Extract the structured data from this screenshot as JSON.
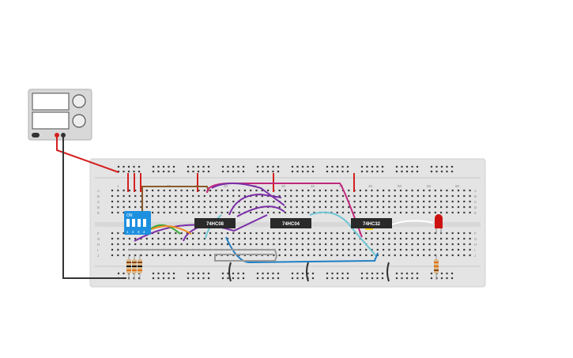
{
  "power_supply": {
    "display_top": "",
    "display_bottom": "",
    "knob_top_label": "",
    "knob_bottom_label": "",
    "switch_label": "",
    "corner_label": ""
  },
  "breadboard": {
    "column_numbers": [
      "1",
      "10",
      "15",
      "20",
      "25",
      "30",
      "35",
      "40",
      "45",
      "50",
      "55",
      "60"
    ],
    "row_letters_top": [
      "A",
      "B",
      "C",
      "D",
      "E"
    ],
    "row_letters_bottom": [
      "F",
      "G",
      "H",
      "I",
      "J"
    ]
  },
  "dip_switch": {
    "label_on": "ON",
    "positions": [
      "1",
      "2",
      "3",
      "4"
    ]
  },
  "chips": [
    {
      "label": "74HC08"
    },
    {
      "label": "74HC04"
    },
    {
      "label": "74HC32"
    }
  ],
  "led": {
    "color": "#cc1111"
  },
  "colors": {
    "power_wire": "#d42020",
    "ground_wire": "#333333",
    "purple_wire": "#7b2fa8",
    "magenta_wire": "#c2287e",
    "brown_wire": "#8b5a2b",
    "blue_wire": "#1e7fc4",
    "cyan_wire": "#6fc6d4",
    "green_wire": "#38a838",
    "orange_wire": "#f08a20",
    "yellow_wire": "#f4d020",
    "grey_wire": "#9a9a9a",
    "board": "#e4e4e4",
    "chip": "#2a2a2a",
    "dip": "#1e90e0"
  }
}
